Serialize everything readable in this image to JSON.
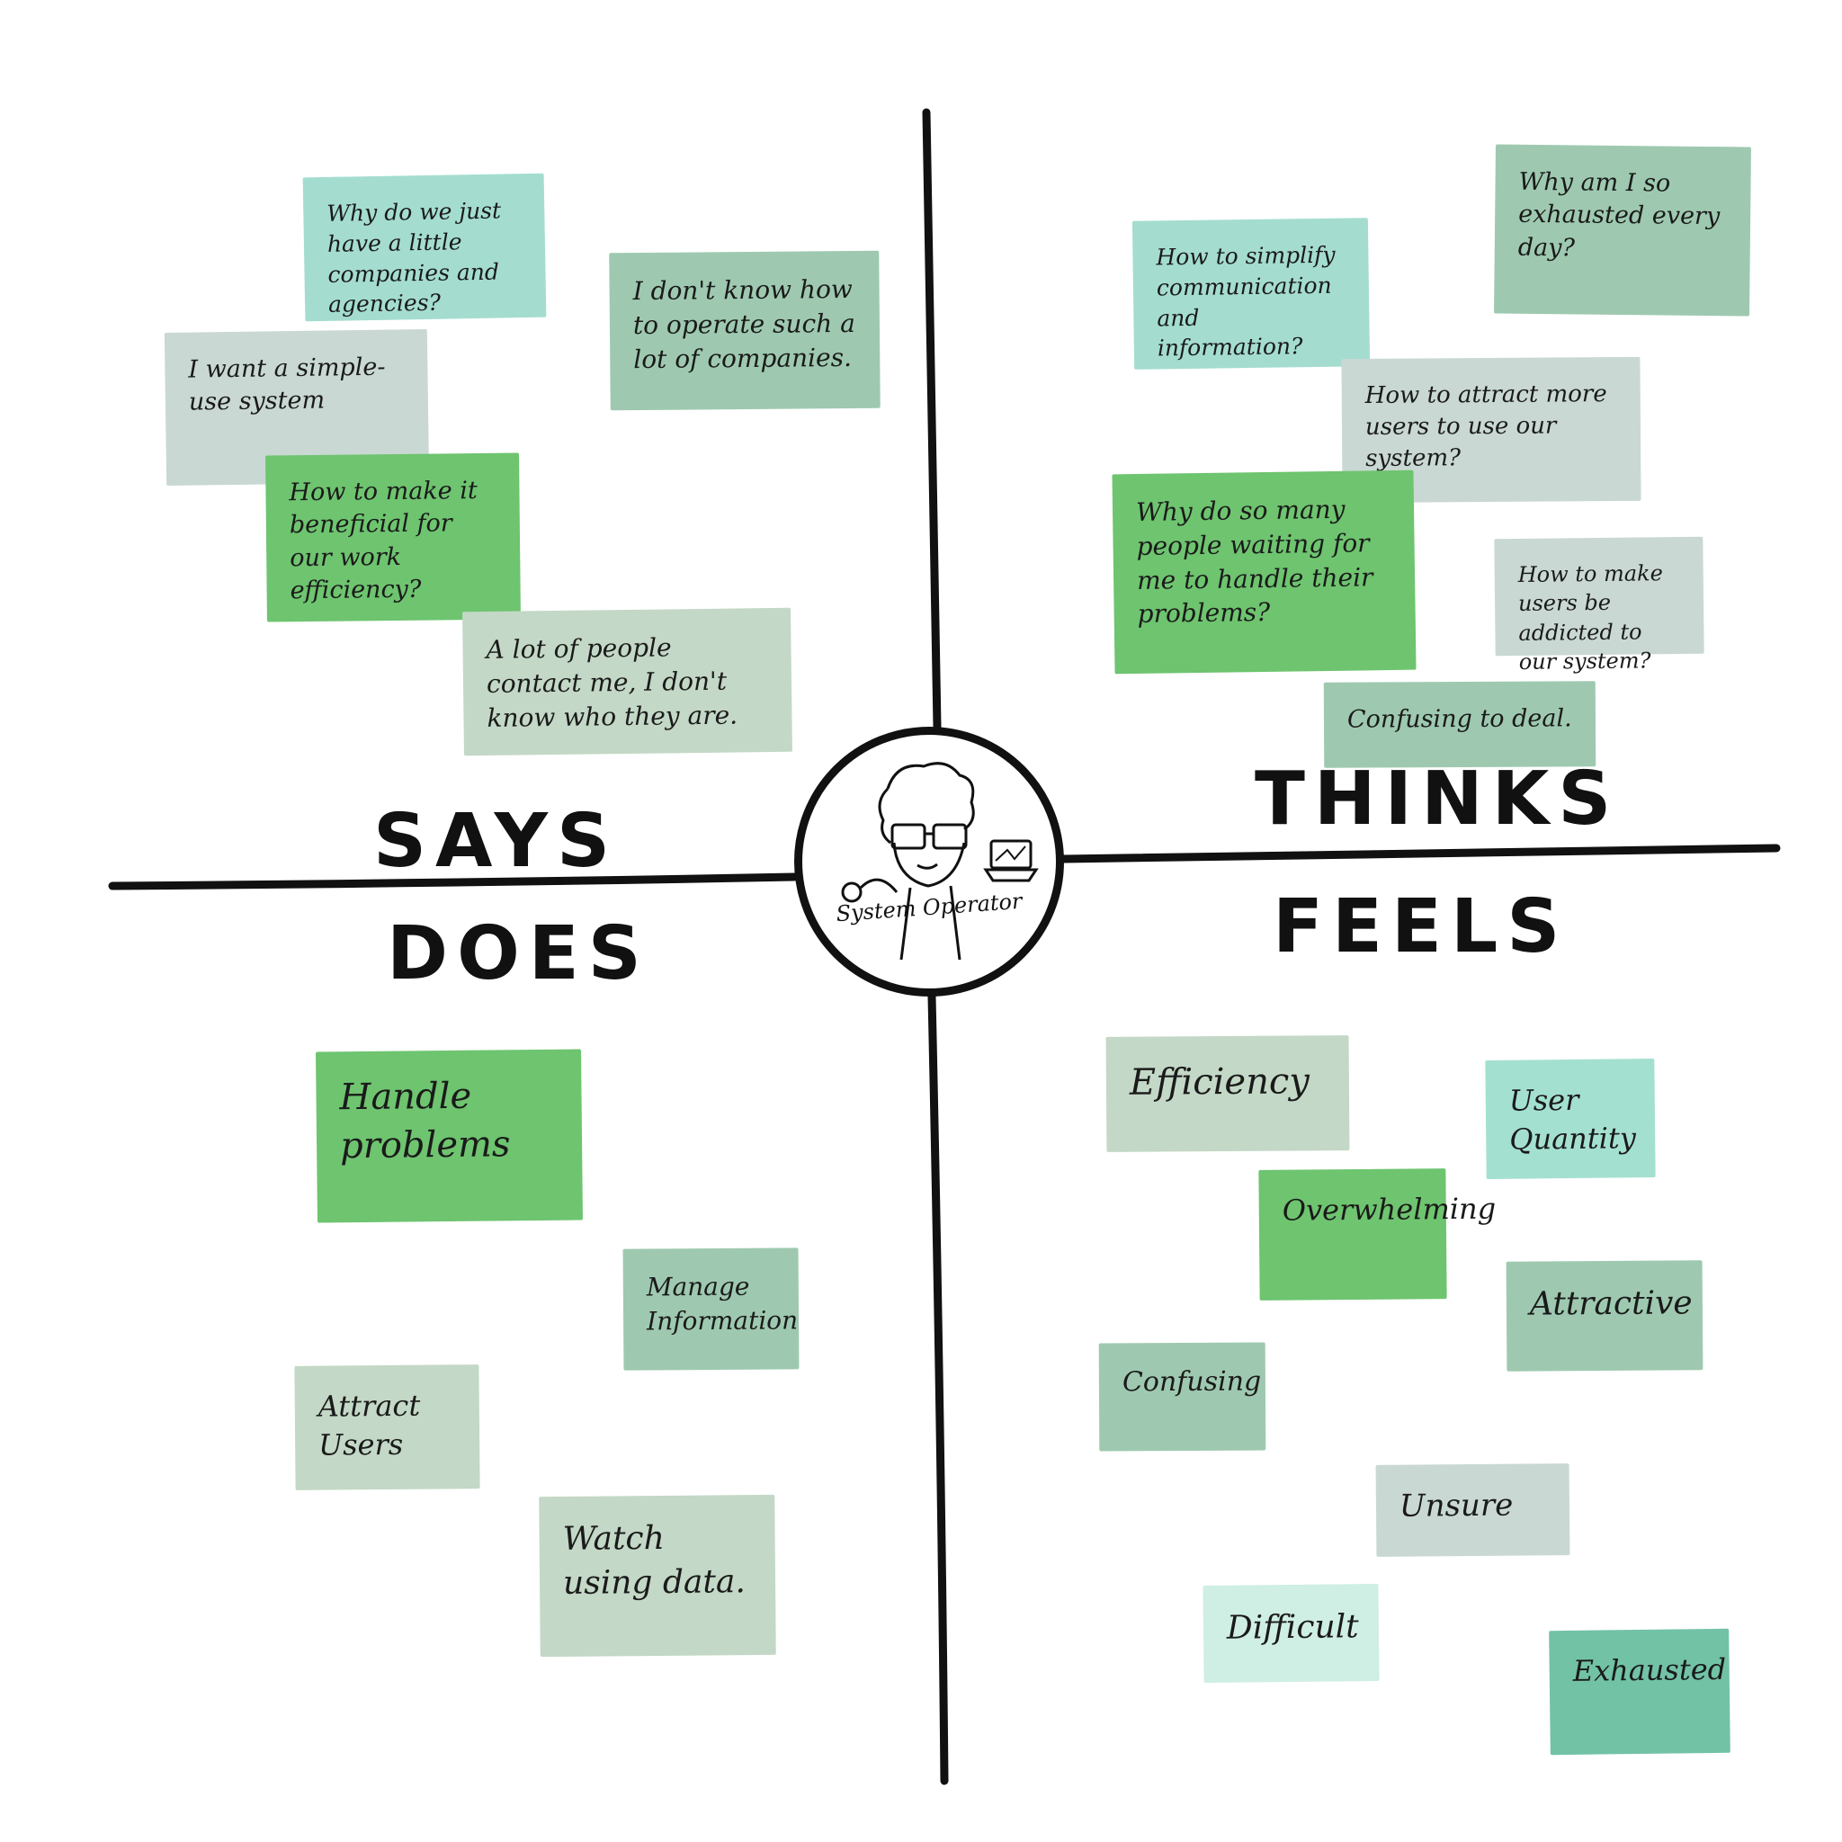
{
  "colors": {
    "light_teal": "#a4ddd0",
    "grey_green": "#c9d8d3",
    "sage": "#9ec9b0",
    "bright_green": "#6ec46f",
    "pale_sage": "#c3d8c6",
    "deep_teal": "#72c2a6",
    "pale_teal": "#cfeee4",
    "mint": "#a4e0d0",
    "ink": "#111111"
  },
  "quadrants": {
    "says": "SAYS",
    "thinks": "THINKS",
    "does": "DOES",
    "feels": "FEELS"
  },
  "persona": {
    "label": "System Operator",
    "icon": "person-with-glasses-and-laptop-sketch"
  },
  "notes": {
    "says": [
      "Why do we just have a little companies and agencies?",
      "I don't know how to operate such a lot of companies.",
      "I want a simple-use system",
      "How to make it beneficial for our work efficiency?",
      "A lot of people contact me, I don't know who they are."
    ],
    "thinks": [
      "Why am I so exhausted every day?",
      "How to simplify communication and information?",
      "How to attract more users to use our system?",
      "Why do so many people waiting for me to handle their problems?",
      "How to make users be addicted to our system?",
      "Confusing to deal."
    ],
    "does": [
      "Handle problems",
      "Manage Information",
      "Attract Users",
      "Watch using data."
    ],
    "feels": [
      "Efficiency",
      "User Quantity",
      "Overwhelming",
      "Attractive",
      "Confusing",
      "Unsure",
      "Difficult",
      "Exhausted"
    ]
  }
}
